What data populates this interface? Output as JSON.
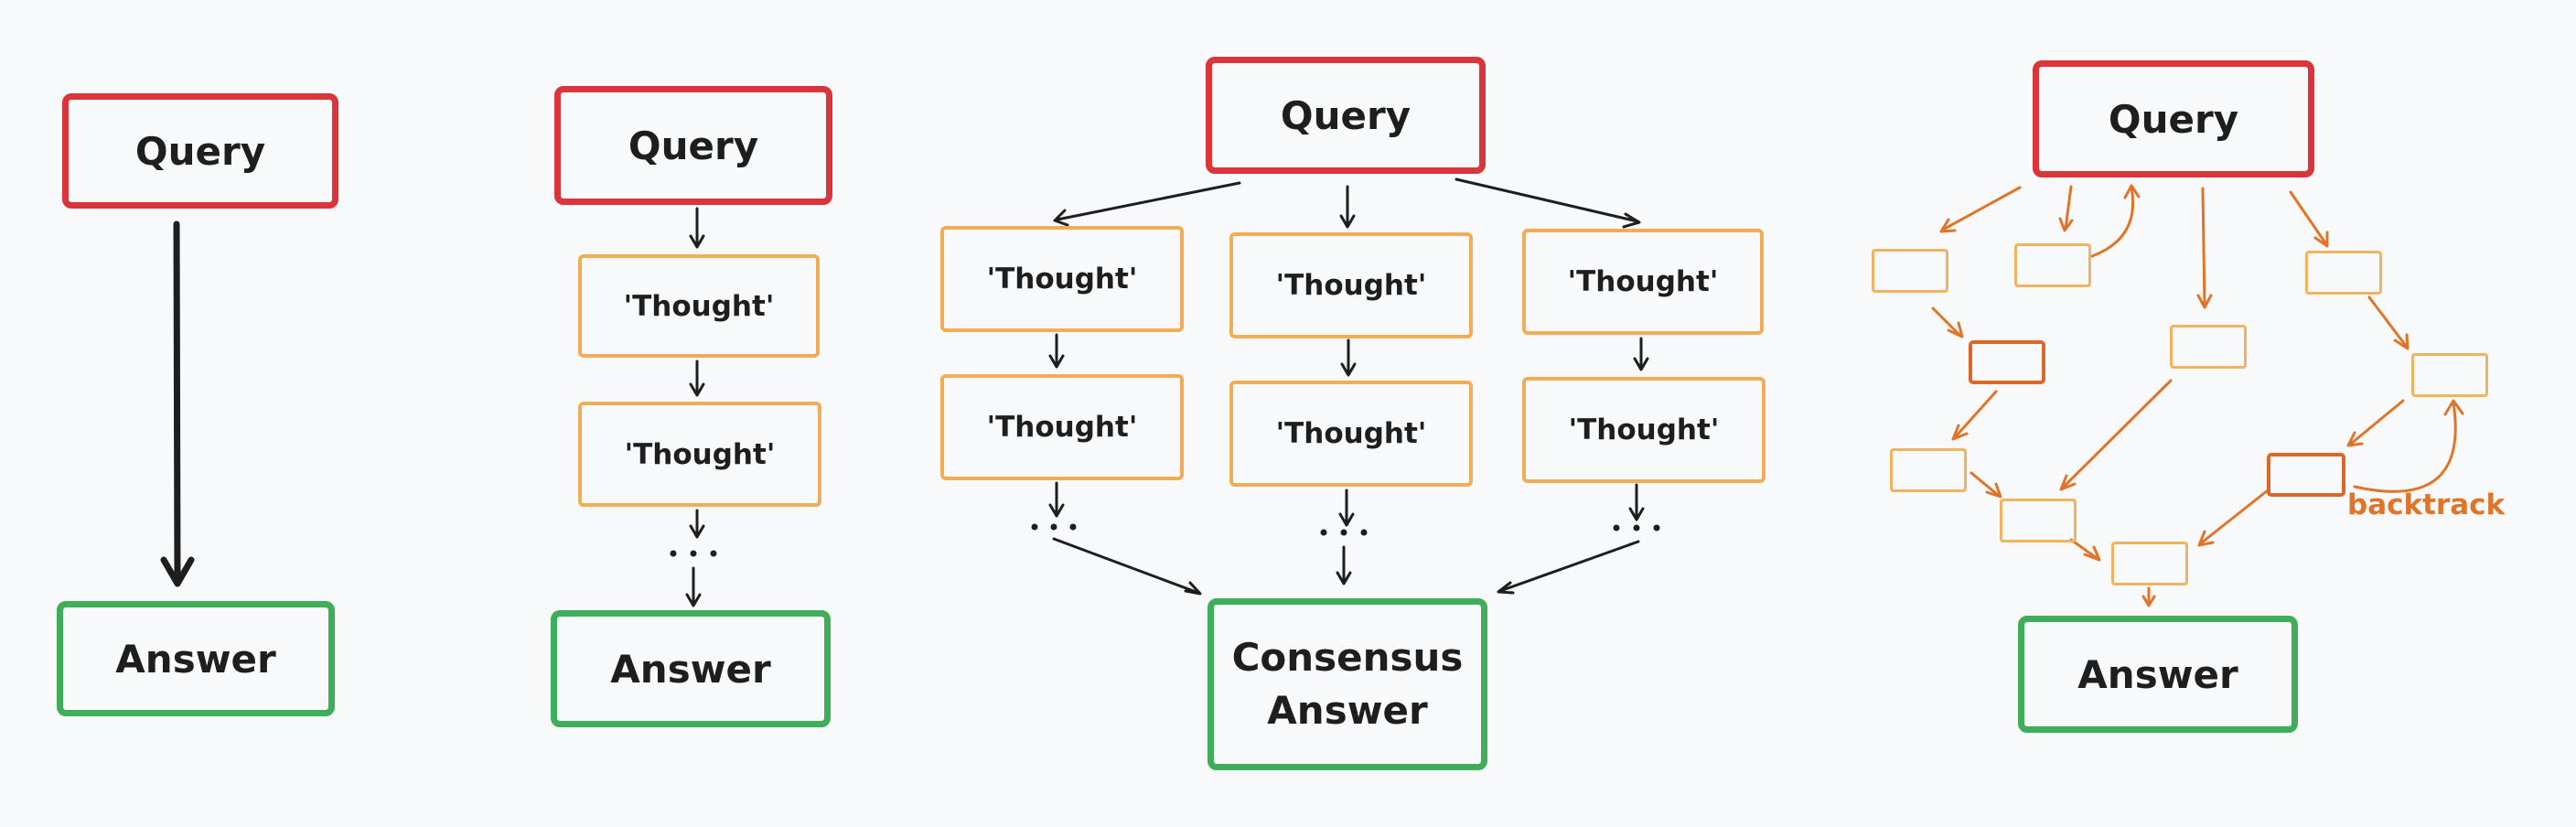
{
  "colors": {
    "query": "#d9353a",
    "answer": "#40ad5a",
    "thought": "#f0ad55",
    "arrow": "#1e1e1e",
    "graph_arrow": "#e0752a",
    "graph_dark": "#d9682a"
  },
  "panel1": {
    "query": "Query",
    "answer": "Answer"
  },
  "panel2": {
    "query": "Query",
    "thoughts": [
      "'Thought'",
      "'Thought'"
    ],
    "answer": "Answer"
  },
  "panel3": {
    "query": "Query",
    "columns": [
      {
        "thoughts": [
          "'Thought'",
          "'Thought'"
        ]
      },
      {
        "thoughts": [
          "'Thought'",
          "'Thought'"
        ]
      },
      {
        "thoughts": [
          "'Thought'",
          "'Thought'"
        ]
      }
    ],
    "answer_line1": "Consensus",
    "answer_line2": "Answer"
  },
  "panel4": {
    "query": "Query",
    "answer": "Answer",
    "backtrack": "backtrack"
  }
}
